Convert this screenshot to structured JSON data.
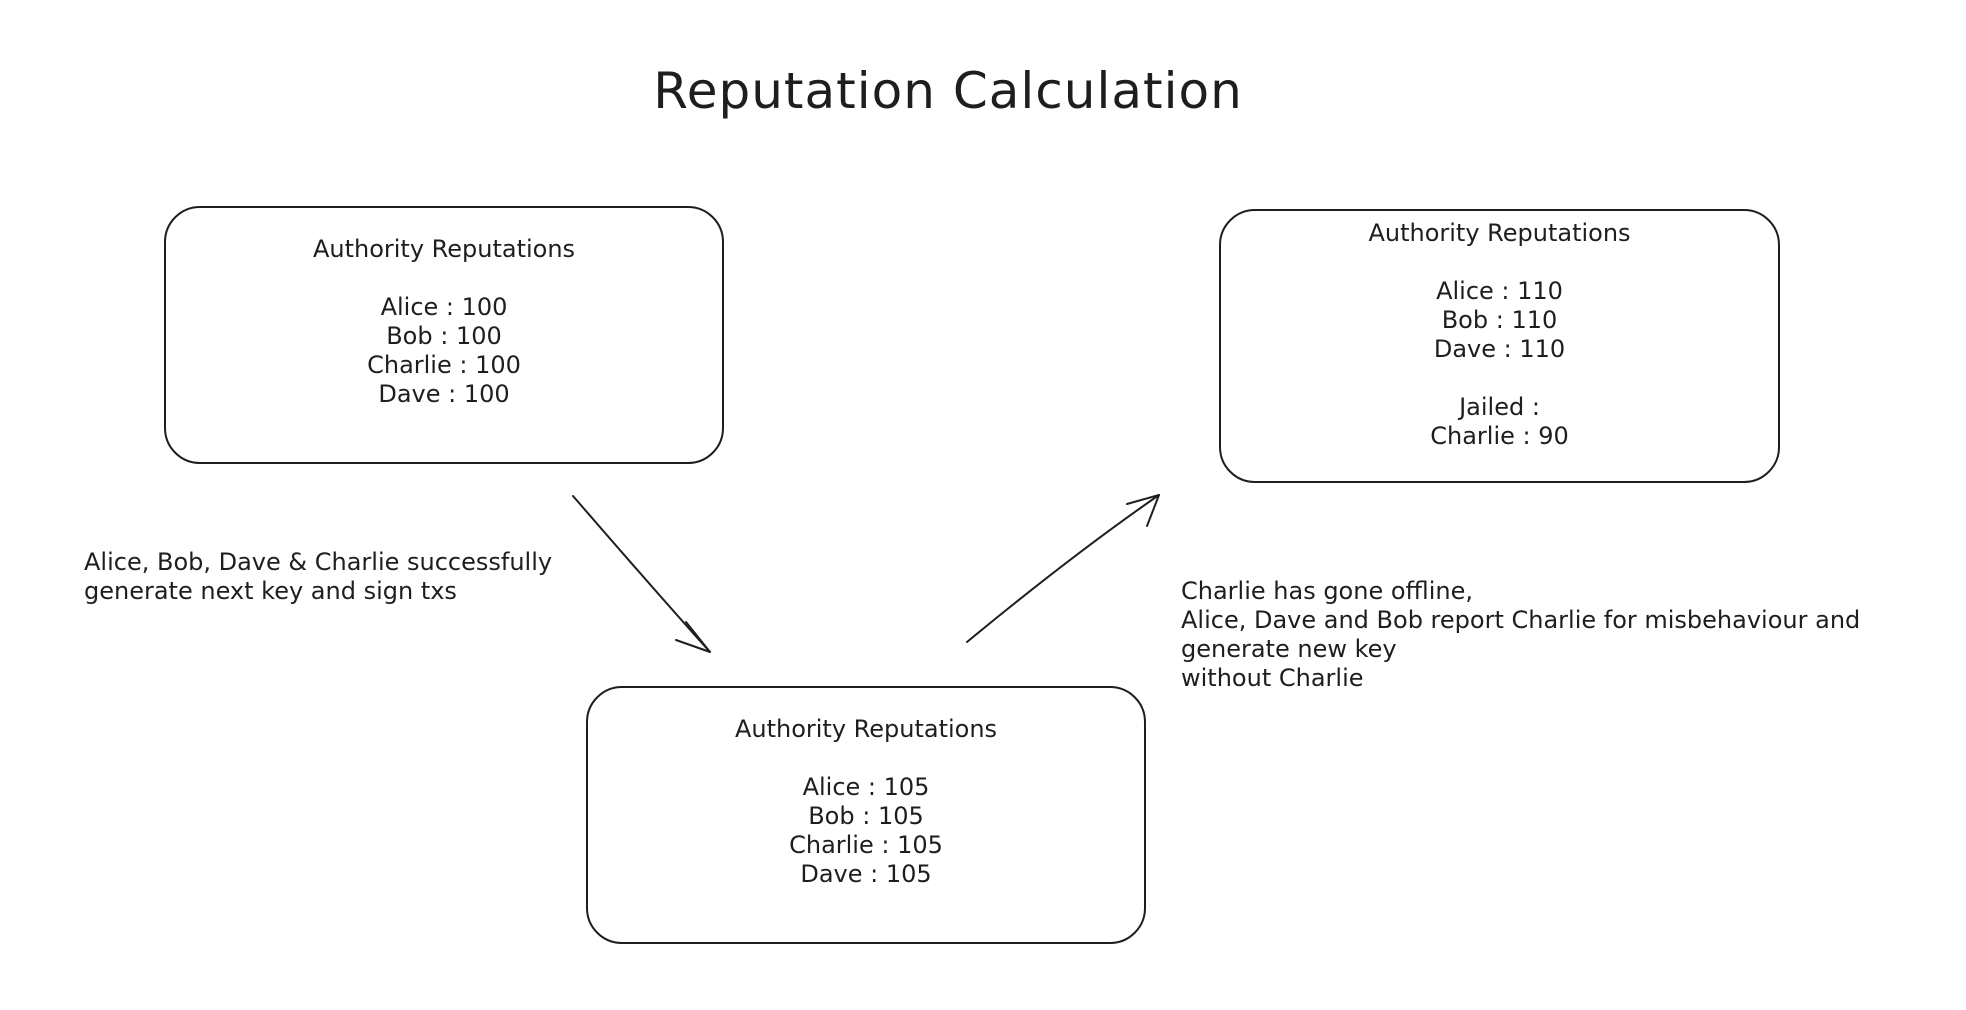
{
  "title": "Reputation Calculation",
  "boxes": {
    "initial": {
      "heading": "Authority Reputations",
      "entries": [
        "Alice : 100",
        "Bob : 100",
        "Charlie : 100",
        "Dave : 100"
      ]
    },
    "after_success": {
      "heading": "Authority Reputations",
      "entries": [
        "Alice : 105",
        "Bob : 105",
        "Charlie : 105",
        "Dave : 105"
      ]
    },
    "after_report": {
      "heading": "Authority Reputations",
      "entries": [
        "Alice : 110",
        "Bob : 110",
        "Dave : 110"
      ],
      "jailed_label": "Jailed :",
      "jailed_entries": [
        "Charlie : 90"
      ]
    }
  },
  "notes": {
    "success": [
      "Alice, Bob, Dave & Charlie successfully",
      "generate next key and sign txs"
    ],
    "offline": [
      "Charlie has gone offline,",
      "Alice, Dave and Bob report Charlie for misbehaviour and",
      "generate new key",
      "without Charlie"
    ]
  },
  "colors": {
    "stroke": "#1e1e1e",
    "background": "#ffffff"
  }
}
